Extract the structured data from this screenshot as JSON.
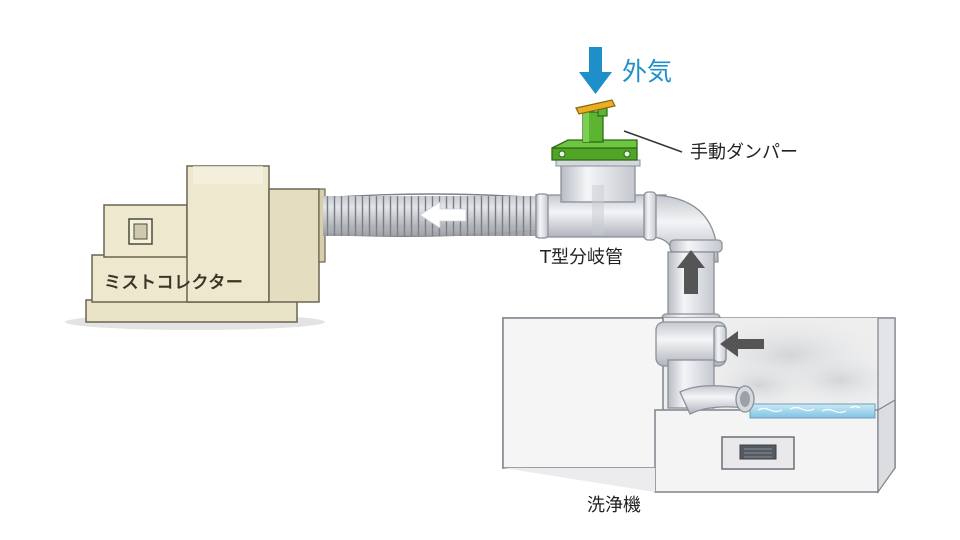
{
  "labels": {
    "outside_air": "外気",
    "manual_damper": "手動ダンパー",
    "tee_branch": "T型分岐管",
    "mist_collector": "ミストコレクター",
    "washer": "洗浄機"
  },
  "colors": {
    "outside_air_arrow": "#1e8fc8",
    "flow_arrow_hose": "#ffffff",
    "flow_arrow_pipe": "#555555",
    "damper_green": "#5bb530",
    "damper_handle": "#e8b020",
    "collector_body": "#eee8cf",
    "pipe": "#e6e8ec",
    "water": "#9fd4ec"
  }
}
